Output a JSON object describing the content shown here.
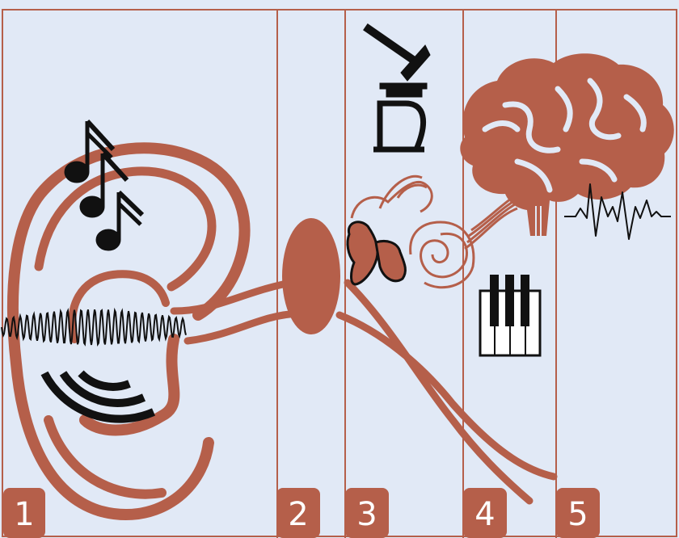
{
  "colors": {
    "background": "#e1e9f6",
    "accent": "#b55f4a",
    "ink": "#111111",
    "divider": "#b55f4a"
  },
  "panels": [
    {
      "label": "1",
      "icons": [
        "ear-icon",
        "music-notes-icon",
        "sound-wave-icon",
        "sound-arcs-icon"
      ]
    },
    {
      "label": "2",
      "icons": [
        "eardrum-icon"
      ]
    },
    {
      "label": "3",
      "icons": [
        "hammer-anvil-stirrup-icon",
        "ossicles-icon",
        "cochlea-icon"
      ]
    },
    {
      "label": "4",
      "icons": [
        "auditory-nerve-icon",
        "piano-keys-icon"
      ]
    },
    {
      "label": "5",
      "icons": [
        "brain-icon",
        "neural-signal-icon"
      ]
    }
  ]
}
